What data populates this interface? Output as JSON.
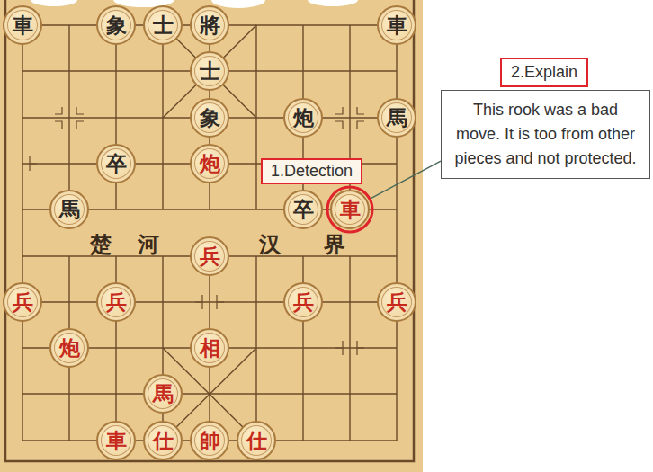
{
  "diagram": {
    "nodes": [
      {
        "text": [
          "1.Detection"
        ]
      },
      {
        "text": [
          "2.Explain"
        ]
      },
      {
        "text": [
          "This rook was a bad move. It is too from other pieces and not protected."
        ]
      }
    ],
    "labels": [
      "車",
      "象",
      "士",
      "將",
      "車",
      "士",
      "象",
      "炮",
      "馬",
      "卒",
      "炮",
      "馬",
      "卒",
      "車",
      "楚",
      "河",
      "汉",
      "界",
      "兵",
      "兵",
      "兵",
      "兵",
      "兵",
      "炮",
      "相",
      "馬",
      "車",
      "仕",
      "帥",
      "仕"
    ]
  }
}
